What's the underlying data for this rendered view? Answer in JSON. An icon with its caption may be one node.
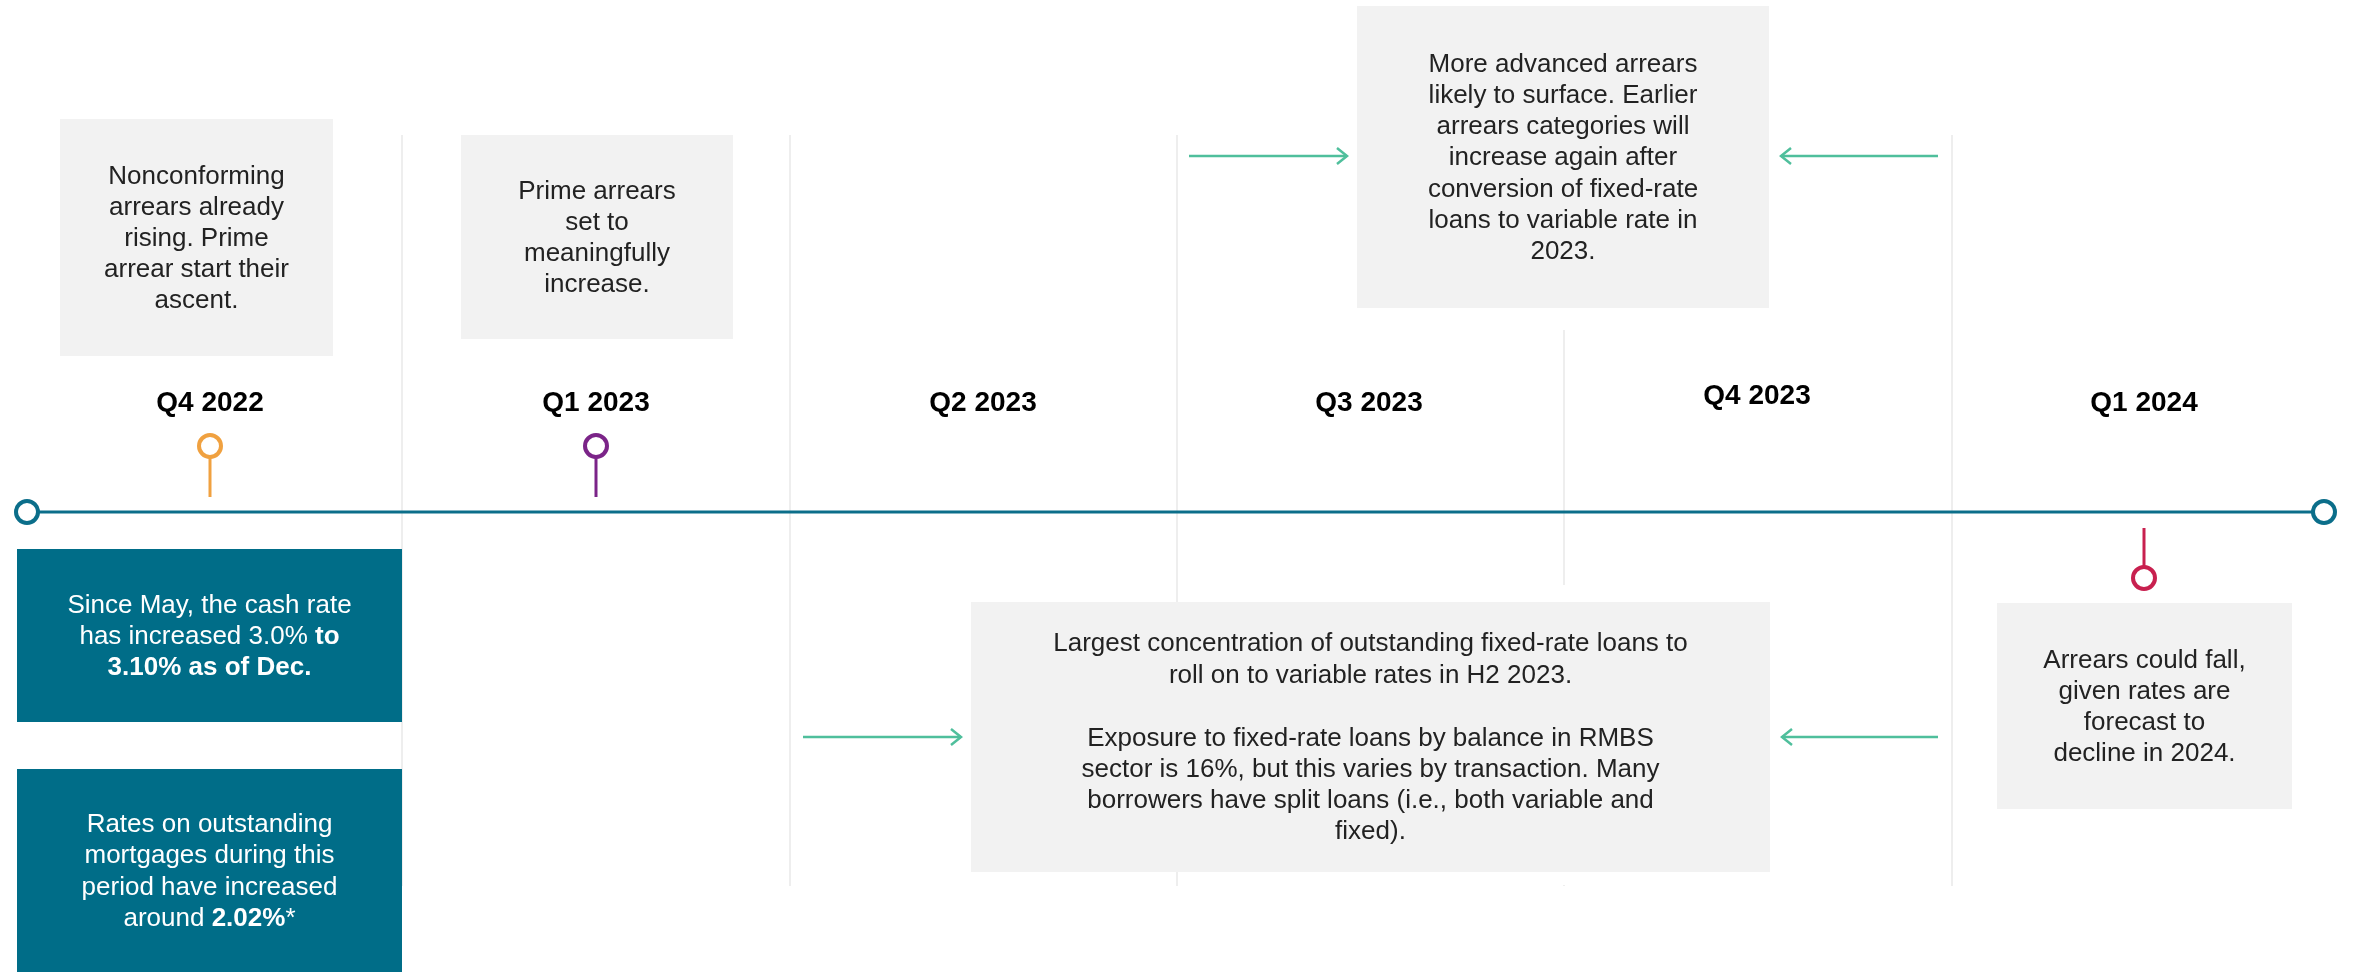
{
  "diagram": {
    "nodes": [
      {
        "text": [
          "Nonconforming arrears already rising. Prime arrear start their ascent."
        ]
      },
      {
        "text": [
          "Prime arrears set to meaningfully increase."
        ]
      },
      {
        "text": [
          "More advanced arrears likely to surface. Earlier arrears categories will increase again after conversion of fixed-rate loans to variable rate in 2023."
        ]
      },
      {
        "text": [
          "Since May, the cash rate has increased 3.0% **to 3.10% as of Dec.**"
        ]
      },
      {
        "text": [
          "Rates on outstanding mortgages during this period have increased around **2.02%***"
        ]
      },
      {
        "text": [
          "Largest concentration of outstanding fixed-rate loans to roll on to variable rates in H2 2023.",
          "Exposure to fixed-rate loans by balance in RMBS sector is 16%, but this varies by transaction. Many borrowers have split loans (i.e., both variable and fixed)."
        ]
      },
      {
        "text": [
          "Arrears could fall, given rates are forecast to decline in 2024."
        ]
      }
    ],
    "edges": [
      {
        "from": null,
        "to": 2,
        "arrow": "to"
      },
      {
        "from": null,
        "to": 2,
        "arrow": "to"
      },
      {
        "from": null,
        "to": 5,
        "arrow": "to"
      },
      {
        "from": null,
        "to": 5,
        "arrow": "to"
      }
    ],
    "labels": [
      "Q4 2022",
      "Q1 2023",
      "Q2 2023",
      "Q3 2023",
      "Q4 2023",
      "Q1 2024"
    ]
  }
}
